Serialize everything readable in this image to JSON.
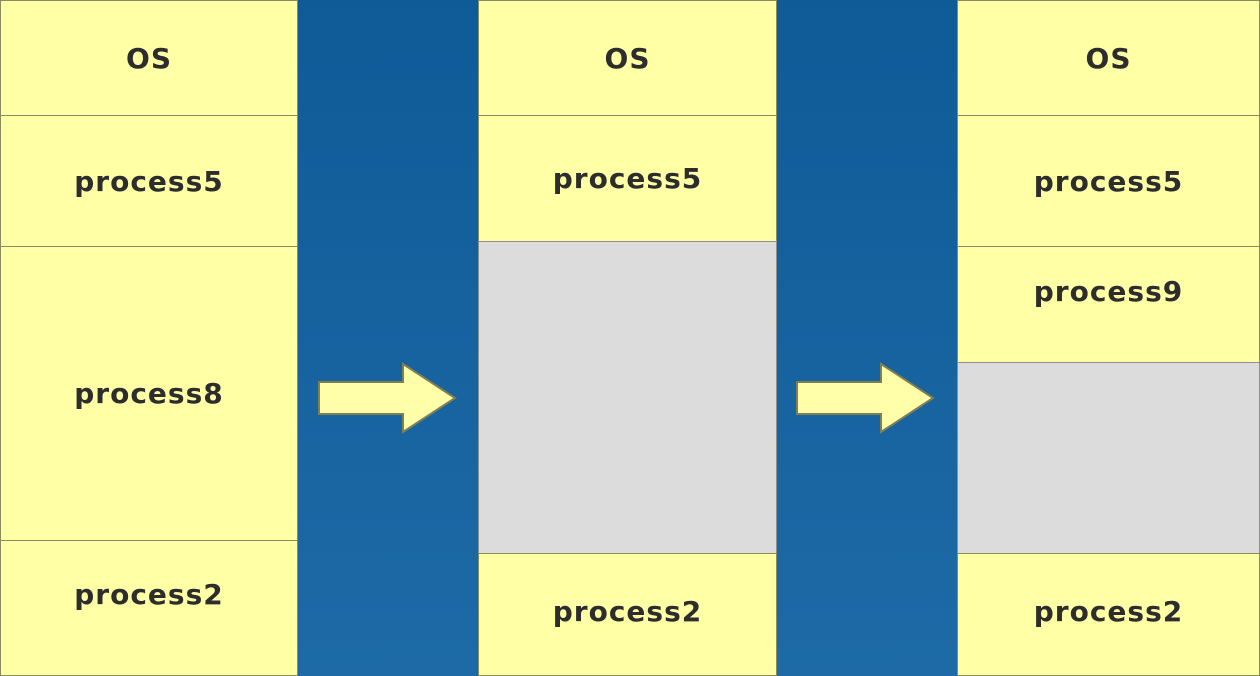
{
  "colors": {
    "background": "#1b64a0",
    "process_block": "#ffffa6",
    "free_block": "#dcdcdc",
    "arrow_fill": "#ffffaa"
  },
  "columns": [
    {
      "blocks": [
        {
          "label": "OS",
          "state": "allocated"
        },
        {
          "label": "process5",
          "state": "allocated"
        },
        {
          "label": "process8",
          "state": "allocated"
        },
        {
          "label": "process2",
          "state": "allocated"
        }
      ]
    },
    {
      "blocks": [
        {
          "label": "OS",
          "state": "allocated"
        },
        {
          "label": "process5",
          "state": "allocated"
        },
        {
          "label": "",
          "state": "free"
        },
        {
          "label": "process2",
          "state": "allocated"
        }
      ]
    },
    {
      "blocks": [
        {
          "label": "OS",
          "state": "allocated"
        },
        {
          "label": "process5",
          "state": "allocated"
        },
        {
          "label": "process9",
          "state": "allocated"
        },
        {
          "label": "",
          "state": "free"
        },
        {
          "label": "process2",
          "state": "allocated"
        }
      ]
    }
  ],
  "arrows": [
    {
      "icon": "right-arrow-icon"
    },
    {
      "icon": "right-arrow-icon"
    }
  ]
}
